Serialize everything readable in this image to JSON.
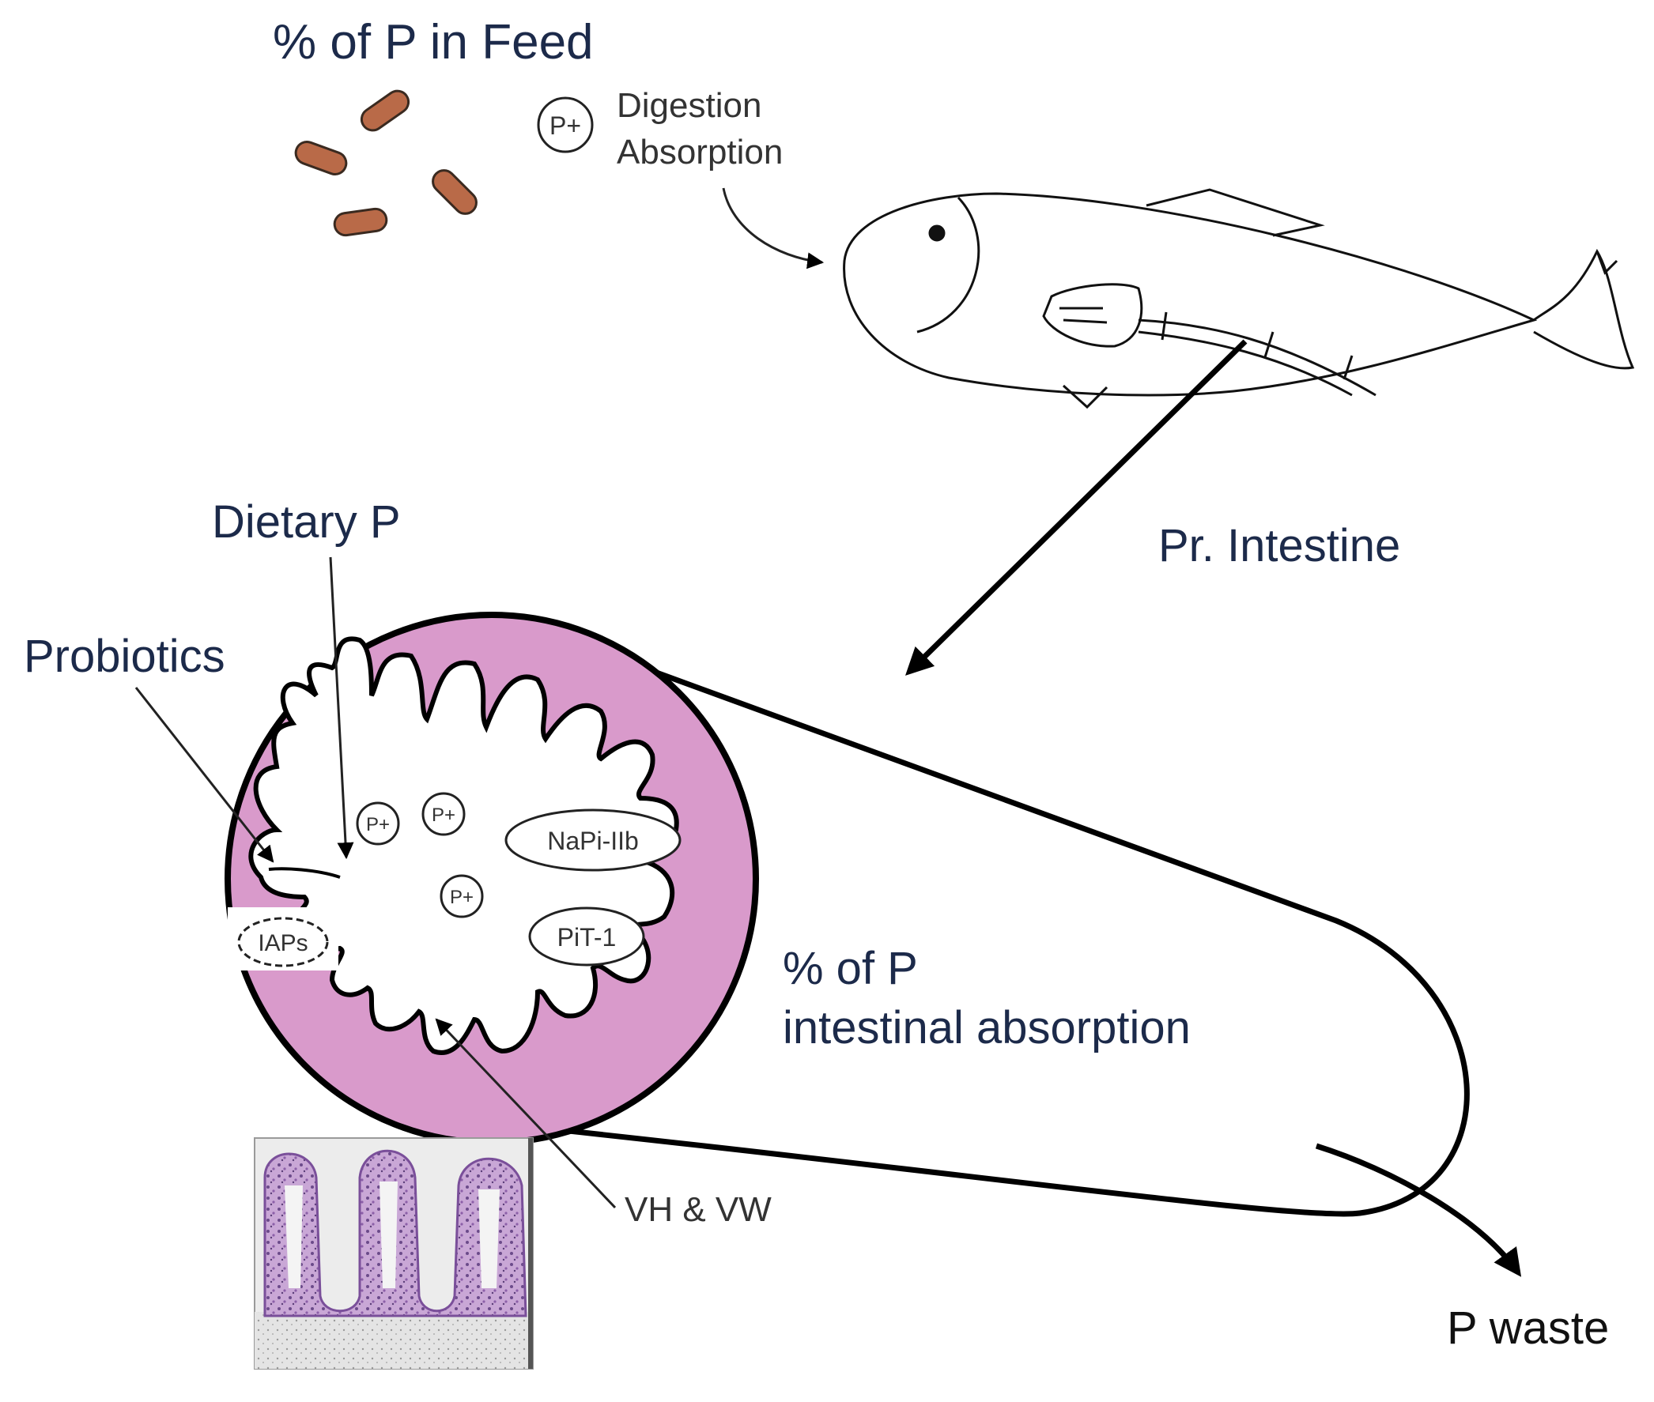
{
  "labels": {
    "feed_title": "% of P in Feed",
    "digestion": "Digestion",
    "absorption": "Absorption",
    "pr_intestine": "Pr. Intestine",
    "dietary_p": "Dietary P",
    "probiotics": "Probiotics",
    "pct_absorption_line1": "% of P",
    "pct_absorption_line2": "intestinal absorption",
    "vh_vw": "VH & VW",
    "p_waste": "P waste",
    "p_plus": "P+",
    "napi": "NaPi-IIb",
    "pit1": "PiT-1",
    "iaps": "IAPs"
  },
  "colors": {
    "pellet": "#b96a48",
    "tissue": "#d99acb",
    "outline": "#000000",
    "label": "#1c2a4a",
    "histology": "#a86fbf"
  },
  "icons": [
    "feed-pellet-icon",
    "fish-illustration",
    "intestine-cross-section",
    "histology-micrograph"
  ]
}
